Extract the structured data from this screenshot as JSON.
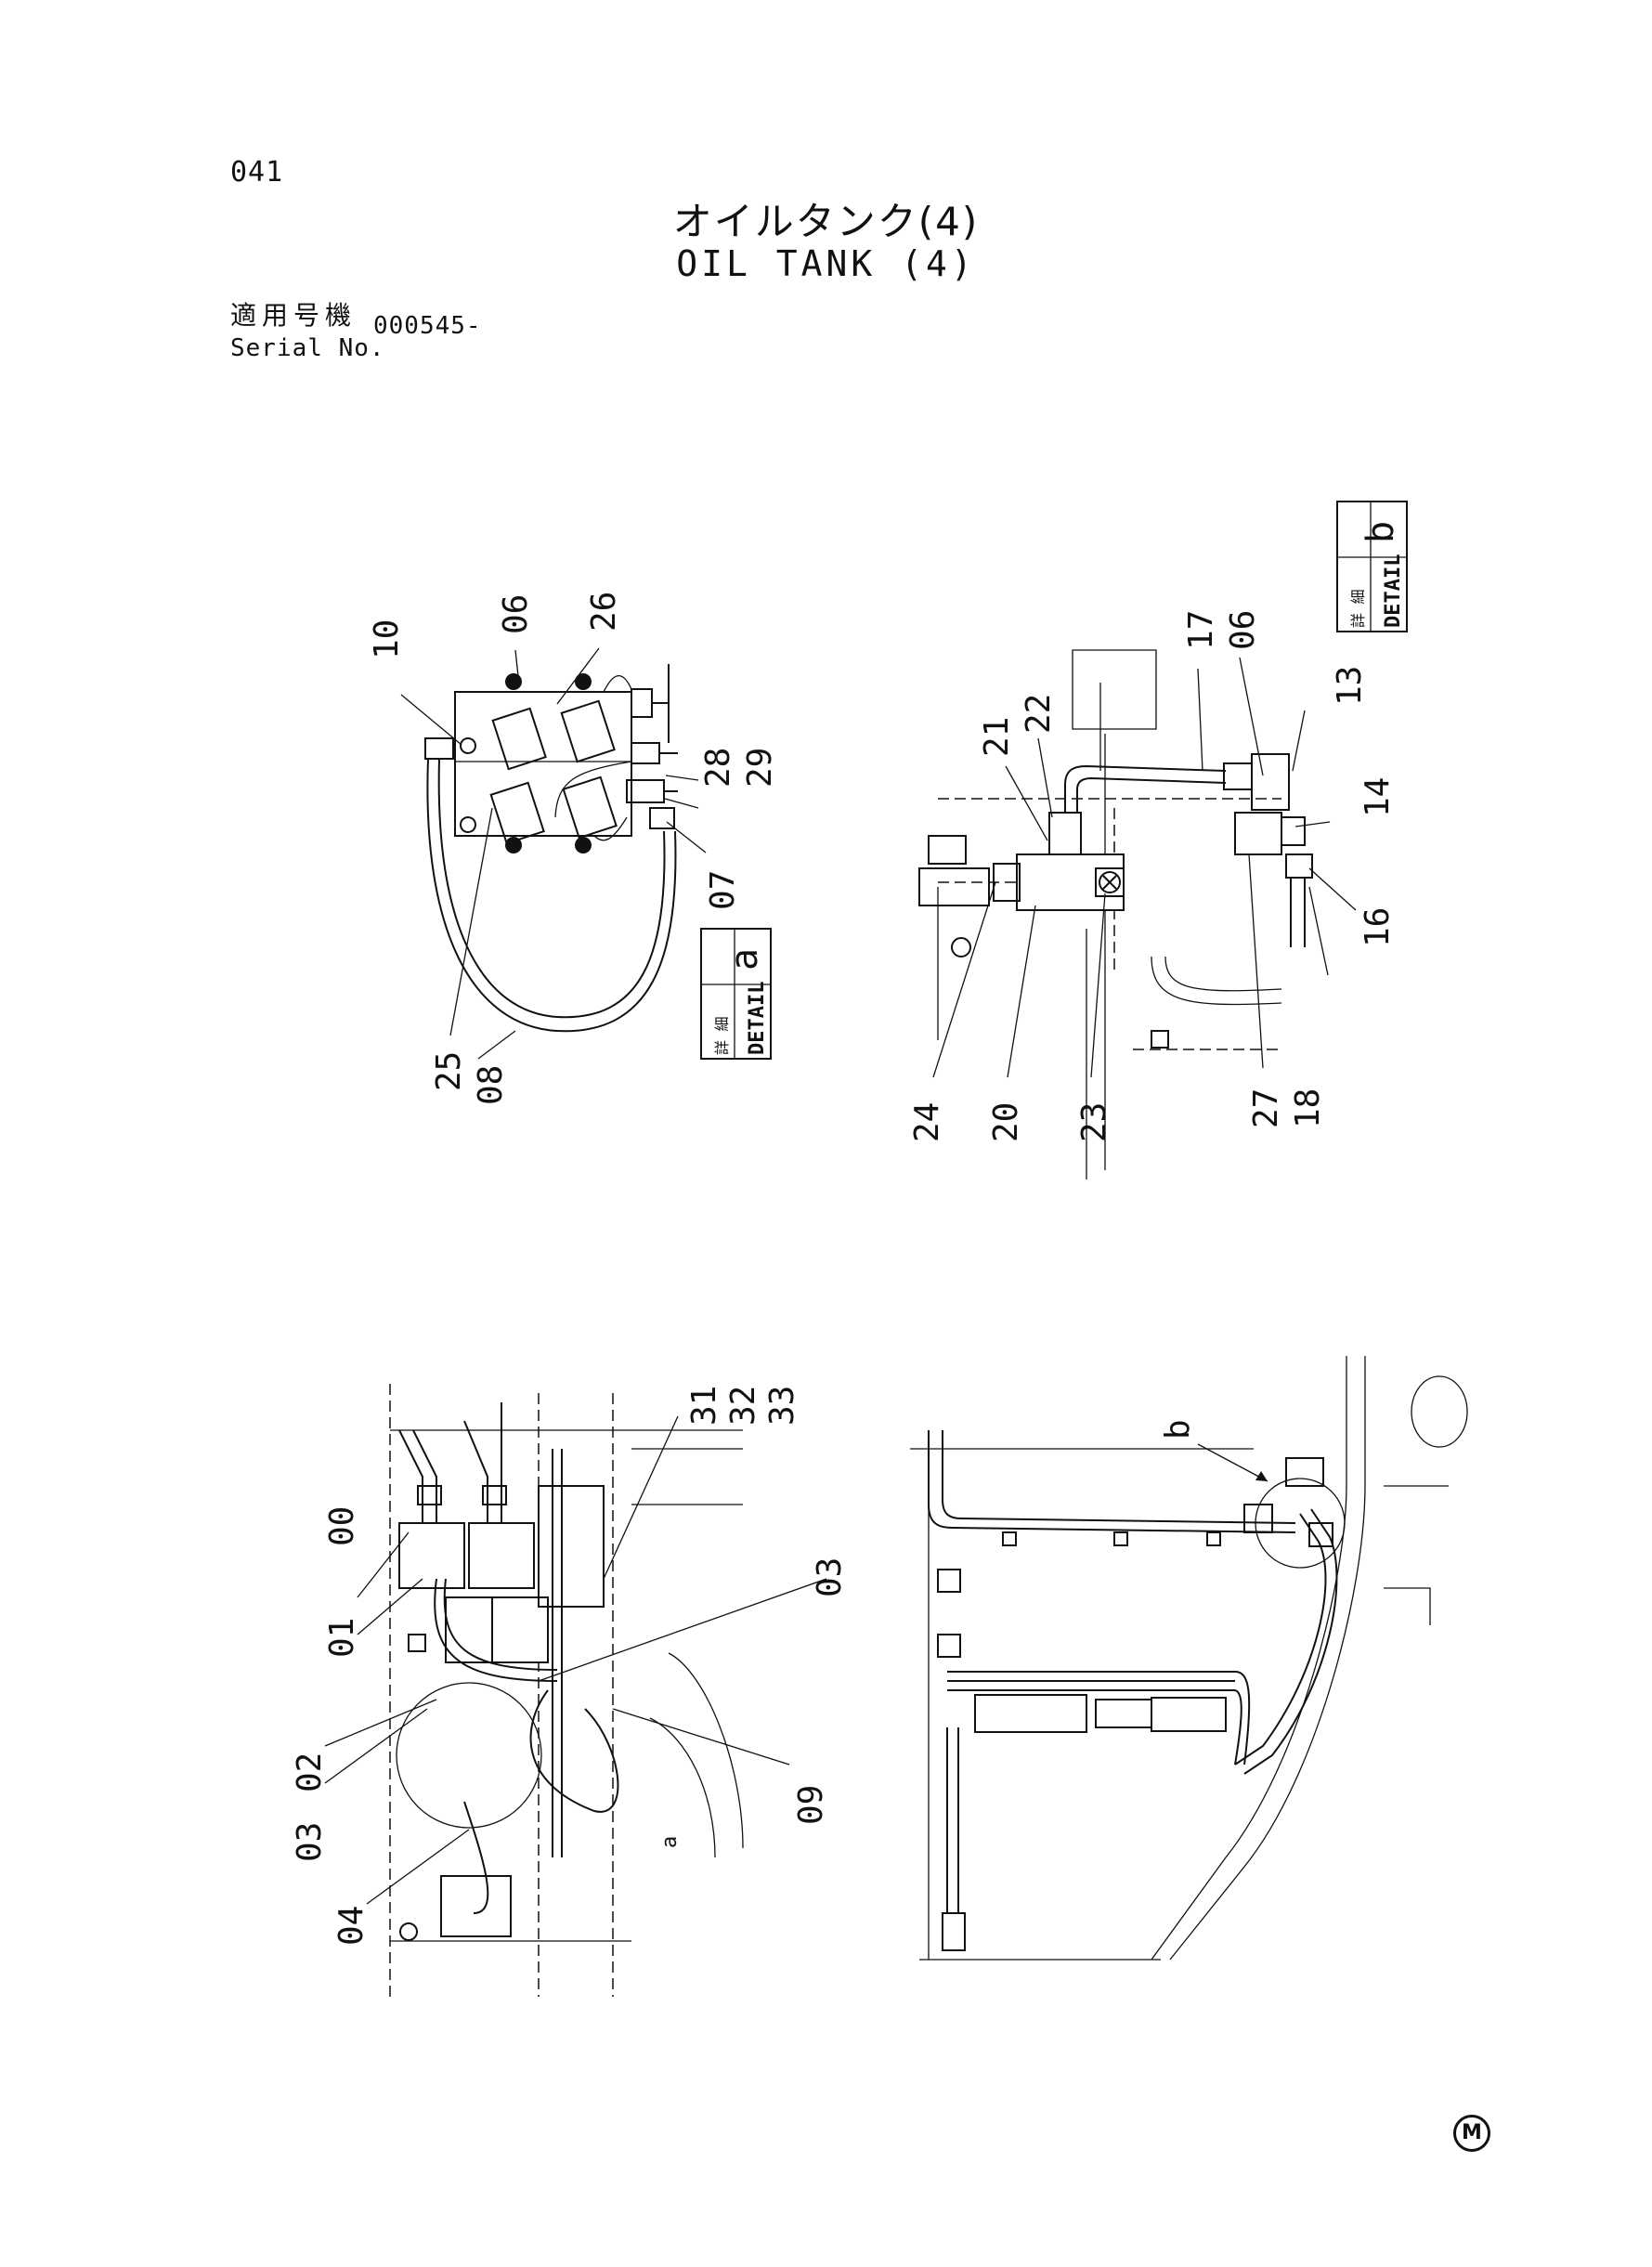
{
  "header": {
    "page_number": "041",
    "title_jp": "オイルタンク(4)",
    "title_en": "OIL TANK (4)",
    "serial_label_jp": "適用号機",
    "serial_label_en": "Serial No.",
    "serial_value": "000545-"
  },
  "detail_a": {
    "label": "DETAIL",
    "label_jp": "詳 細",
    "letter": "a",
    "callouts": [
      "10",
      "06",
      "26",
      "28",
      "29",
      "07",
      "25",
      "08"
    ]
  },
  "detail_b": {
    "label": "DETAIL",
    "label_jp": "詳 細",
    "letter": "b",
    "callouts": [
      "22",
      "21",
      "17",
      "06",
      "13",
      "14",
      "16",
      "24",
      "20",
      "23",
      "27",
      "18"
    ]
  },
  "plan_view": {
    "callouts": [
      "00",
      "01",
      "02",
      "03",
      "03",
      "04",
      "31",
      "32",
      "33",
      "09"
    ],
    "detail_ref": "a"
  },
  "side_view": {
    "detail_ref": "b"
  },
  "footer": {
    "mark": "M"
  }
}
